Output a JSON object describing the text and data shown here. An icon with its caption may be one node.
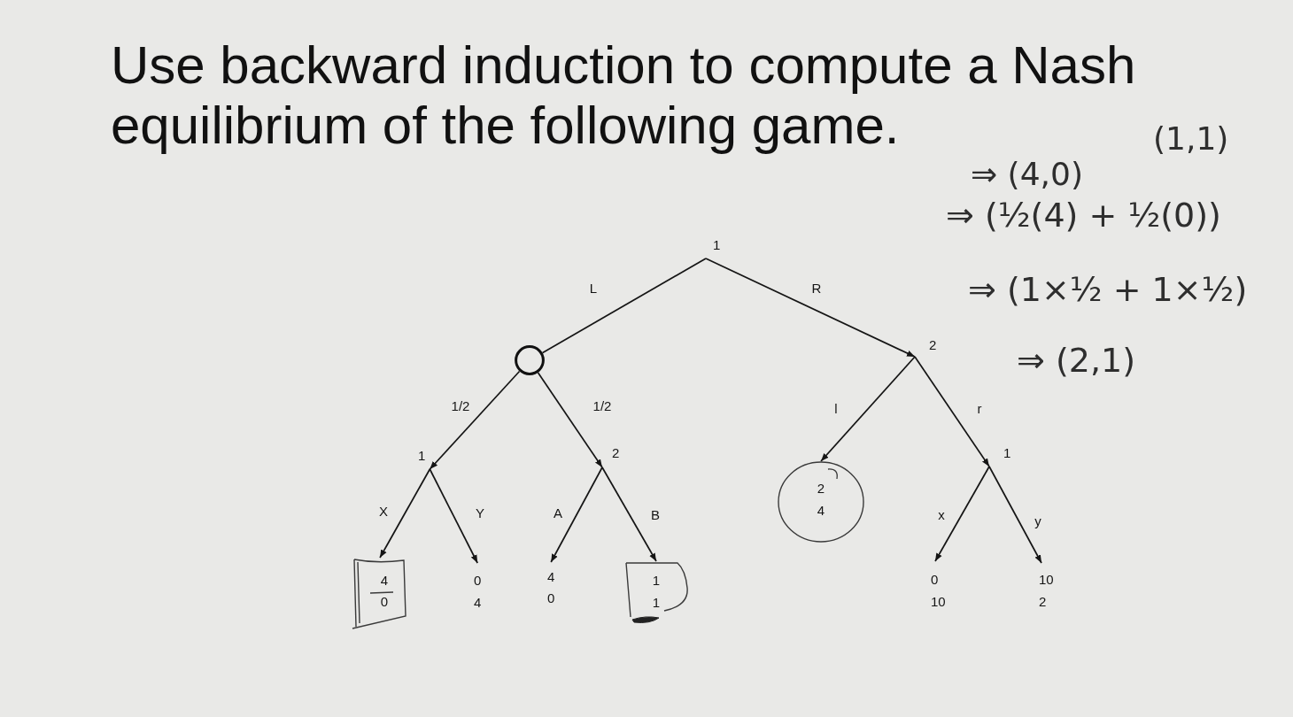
{
  "diagram": {
    "title": "Use backward induction to compute a Nash equilibrium of the following game.",
    "nodes": [
      {
        "text": [
          "1"
        ]
      },
      {
        "text": [],
        "shape": "circle"
      },
      {
        "text": [
          "2"
        ]
      },
      {
        "text": [
          "1"
        ]
      },
      {
        "text": [
          "2"
        ]
      },
      {
        "text": [
          "2",
          "4"
        ]
      },
      {
        "text": [
          "1"
        ]
      },
      {
        "text": [
          "4",
          "0"
        ]
      },
      {
        "text": [
          "0",
          "4"
        ]
      },
      {
        "text": [
          "4",
          "0"
        ]
      },
      {
        "text": [
          "1",
          "1"
        ]
      },
      {
        "text": [
          "0",
          "10"
        ]
      },
      {
        "text": [
          "10",
          "2"
        ]
      }
    ],
    "edges": [
      {
        "from": 0,
        "to": 1,
        "arrow": "none",
        "label": "L"
      },
      {
        "from": 0,
        "to": 2,
        "arrow": "to",
        "label": "R"
      },
      {
        "from": 1,
        "to": 3,
        "arrow": "to",
        "label": "1/2"
      },
      {
        "from": 1,
        "to": 4,
        "arrow": "to",
        "label": "1/2"
      },
      {
        "from": 2,
        "to": 5,
        "arrow": "to",
        "label": "l"
      },
      {
        "from": 2,
        "to": 6,
        "arrow": "to",
        "label": "r"
      },
      {
        "from": 3,
        "to": 7,
        "arrow": "to",
        "label": "X"
      },
      {
        "from": 3,
        "to": 8,
        "arrow": "to",
        "label": "Y"
      },
      {
        "from": 4,
        "to": 9,
        "arrow": "to",
        "label": "A"
      },
      {
        "from": 4,
        "to": 10,
        "arrow": "to",
        "label": "B"
      },
      {
        "from": 6,
        "to": 11,
        "arrow": "to",
        "label": "x"
      },
      {
        "from": 6,
        "to": 12,
        "arrow": "to",
        "label": "y"
      }
    ],
    "labels": [
      "⇒ (4,0)",
      "(1,1)",
      "⇒ (½(4) + ½(0))",
      "⇒ (1×½ + 1×½)",
      "⇒ (2,1)"
    ]
  }
}
